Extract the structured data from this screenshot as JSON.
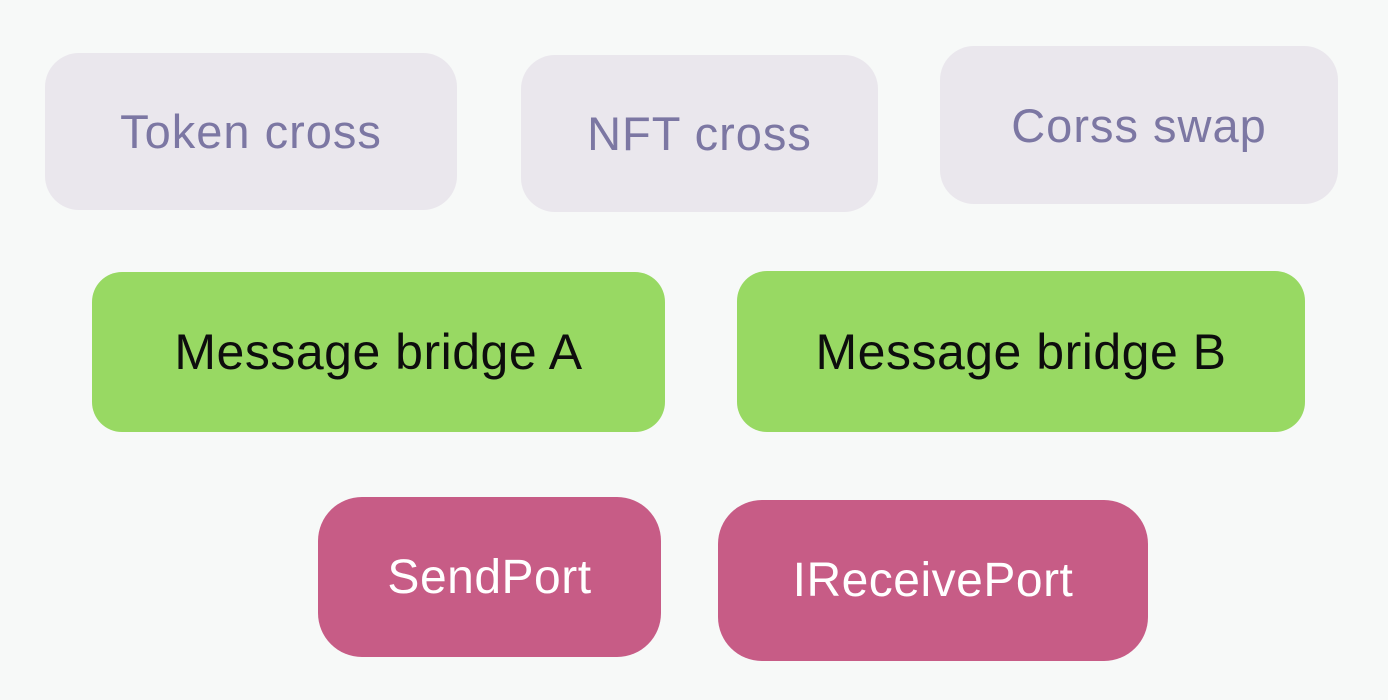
{
  "diagram": {
    "background_color": "#f7f9f8",
    "top_row": {
      "style": {
        "fill": "#eae7ed",
        "text_color": "#7c77a3"
      },
      "nodes": [
        {
          "label": "Token cross"
        },
        {
          "label": "NFT cross"
        },
        {
          "label": "Corss swap"
        }
      ]
    },
    "middle_row": {
      "style": {
        "fill": "#98d963",
        "text_color": "#0d0d0d"
      },
      "nodes": [
        {
          "label": "Message bridge A"
        },
        {
          "label": "Message bridge B"
        }
      ]
    },
    "bottom_row": {
      "style": {
        "fill": "#c75c86",
        "text_color": "#ffffff"
      },
      "nodes": [
        {
          "label": "SendPort"
        },
        {
          "label": "IReceivePort"
        }
      ]
    }
  }
}
